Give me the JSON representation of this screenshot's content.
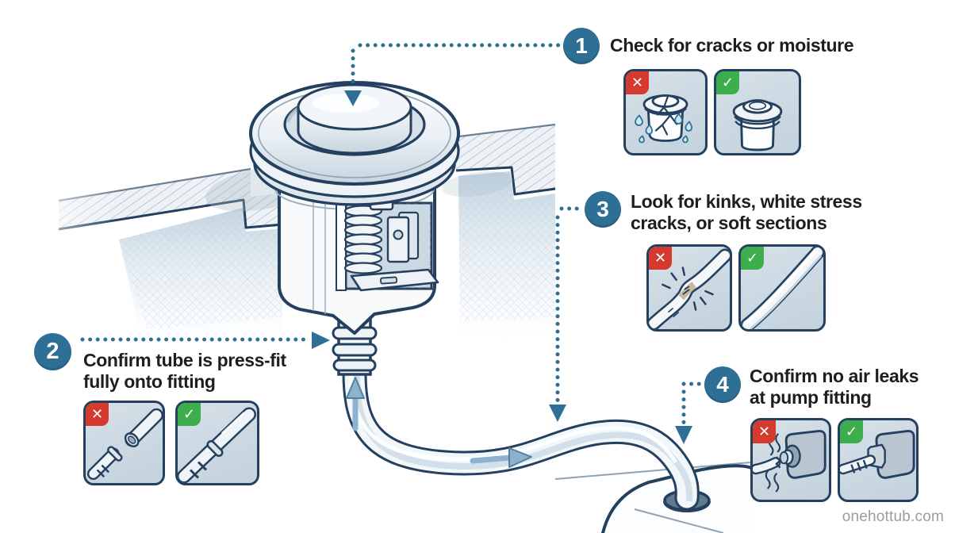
{
  "steps": [
    {
      "number": "1",
      "label": "Check for cracks or moisture"
    },
    {
      "number": "2",
      "label": "Confirm tube is press-fit\nfully onto fitting"
    },
    {
      "number": "3",
      "label": "Look for kinks, white stress\ncracks, or soft sections"
    },
    {
      "number": "4",
      "label": "Confirm no air leaks\nat pump fitting"
    }
  ],
  "ui": {
    "fail_glyph": "✕",
    "pass_glyph": "✓"
  },
  "icons": {
    "step1_fail": "cracked-button-with-moisture-icon",
    "step1_pass": "intact-button-icon",
    "step2_fail": "tube-detached-from-fitting-icon",
    "step2_pass": "tube-seated-on-fitting-icon",
    "step3_fail": "kinked-tube-icon",
    "step3_pass": "smooth-tube-icon",
    "step4_fail": "leaking-pump-fitting-icon",
    "step4_pass": "sealed-pump-fitting-icon"
  },
  "watermark": "onehottub.com",
  "colors": {
    "accent_blue": "#2e6f96",
    "fail_red": "#d63a2e",
    "pass_green": "#3cae4e",
    "line_navy": "#24405e",
    "panel_bg1": "#d6e0e8",
    "panel_bg2": "#c3d2dd",
    "text_dark": "#1e1e20",
    "watermark_gray": "#9c9c9c"
  }
}
